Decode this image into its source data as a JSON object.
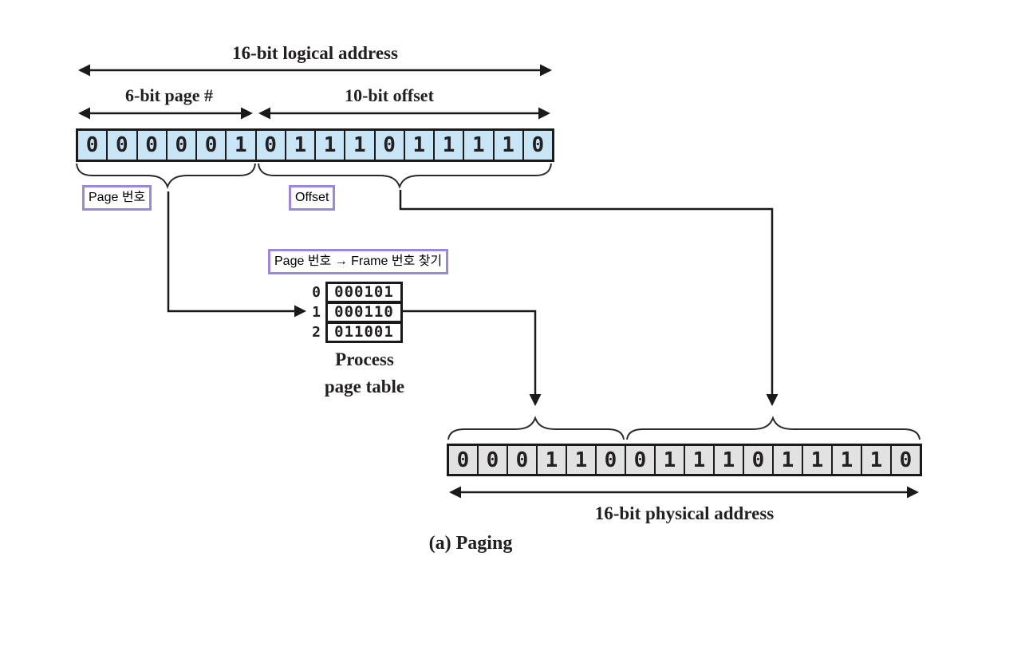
{
  "colors": {
    "ink": "#1a1a1a",
    "logical_cell": "#c8e5f5",
    "physical_cell": "#e2e2e2",
    "highlight_border": "#9d86e0"
  },
  "logical": {
    "title": "16-bit logical address",
    "page_field_label": "6-bit page #",
    "offset_field_label": "10-bit offset",
    "bits": "0000010111011110"
  },
  "annotations": {
    "page_number_label": "Page 번호",
    "offset_label": "Offset",
    "lookup_label": "Page 번호 → Frame 번호 찾기"
  },
  "page_table": {
    "rows": [
      {
        "index": "0",
        "value": "000101"
      },
      {
        "index": "1",
        "value": "000110"
      },
      {
        "index": "2",
        "value": "011001"
      }
    ],
    "caption_line1": "Process",
    "caption_line2": "page table"
  },
  "physical": {
    "title": "16-bit physical address",
    "bits": "0001100111011110"
  },
  "figure_caption": "(a) Paging"
}
